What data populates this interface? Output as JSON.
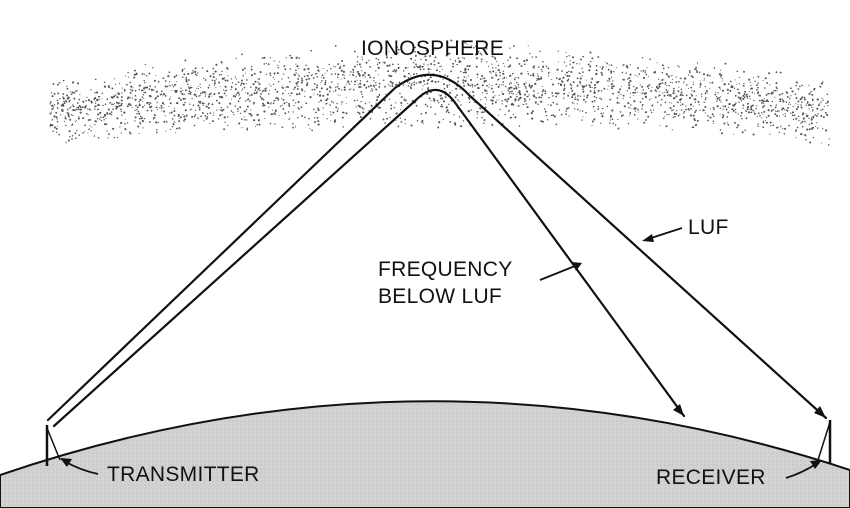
{
  "labels": {
    "ionosphere": "IONOSPHERE",
    "luf": "LUF",
    "freq_line1": "FREQUENCY",
    "freq_line2": "BELOW LUF",
    "transmitter": "TRANSMITTER",
    "receiver": "RECEIVER"
  },
  "colors": {
    "ground": "#d6d6d6",
    "ink": "#111111",
    "ionosphere_dots": "#555555"
  }
}
